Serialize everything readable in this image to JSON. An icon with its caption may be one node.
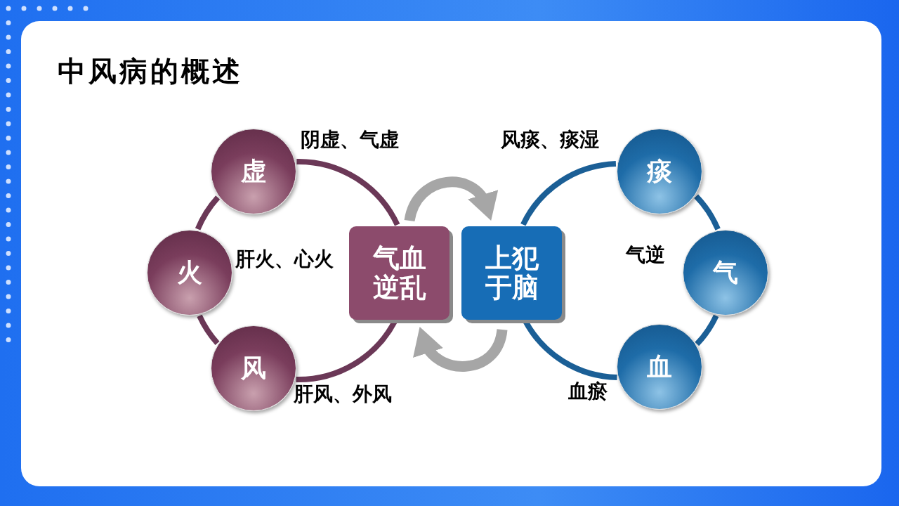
{
  "diagram": {
    "title": "中风病的概述",
    "nodes": [
      {
        "text": [
          "虚"
        ],
        "beside": [
          "阴虚、气虚"
        ]
      },
      {
        "text": [
          "火"
        ],
        "beside": [
          "肝火、心火"
        ]
      },
      {
        "text": [
          "风"
        ],
        "beside": [
          "肝风、外风"
        ]
      },
      {
        "text": [
          "气血逆乱"
        ]
      },
      {
        "text": [
          "上犯于脑"
        ]
      },
      {
        "text": [
          "痰"
        ],
        "beside": [
          "风痰、痰湿"
        ]
      },
      {
        "text": [
          "气"
        ],
        "beside": [
          "气逆"
        ]
      },
      {
        "text": [
          "血"
        ],
        "beside": [
          "血瘀"
        ]
      }
    ],
    "edges": [
      {
        "from": 0,
        "to": 1,
        "arrow": "none"
      },
      {
        "from": 1,
        "to": 2,
        "arrow": "none"
      },
      {
        "from": 2,
        "to": 3,
        "arrow": "none"
      },
      {
        "from": 3,
        "to": 0,
        "arrow": "none"
      },
      {
        "from": 4,
        "to": 5,
        "arrow": "none",
        "color": "#1b5f96"
      },
      {
        "from": 5,
        "to": 6,
        "arrow": "none",
        "color": "#1b5f96"
      },
      {
        "from": 6,
        "to": 7,
        "arrow": "none",
        "color": "#1b5f96"
      },
      {
        "from": 7,
        "to": 4,
        "arrow": "none",
        "color": "#1b5f96"
      },
      {
        "from": 3,
        "to": 4,
        "arrow": "to",
        "style": "thick",
        "color": "#a6a6a6"
      },
      {
        "from": 4,
        "to": 3,
        "arrow": "to",
        "style": "thick",
        "color": "#a6a6a6"
      }
    ]
  }
}
